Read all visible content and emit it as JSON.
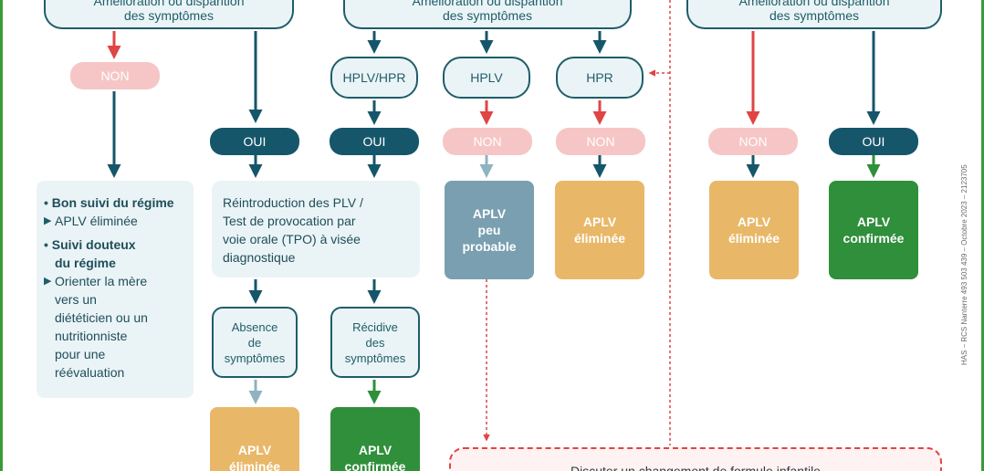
{
  "top_questions": [
    "Amélioration ou disparition des symptômes",
    "Amélioration ou disparition des symptômes",
    "Amélioration ou disparition des symptômes"
  ],
  "pills": {
    "non": "NON",
    "oui": "OUI"
  },
  "tests": [
    "HPLV/HPR",
    "HPLV",
    "HPR"
  ],
  "info_panel": {
    "item1_title": "Bon suivi du régime",
    "item1_sub": "APLV éliminée",
    "item2_title_a": "Suivi douteux",
    "item2_title_b": "du régime",
    "item2_sub_lines": [
      "Orienter la mère",
      "vers un",
      "diététicien ou un",
      "nutritionniste",
      "pour une",
      "réévaluation"
    ]
  },
  "tpo_lines": [
    "Réintroduction des PLV /",
    "Test de provocation par",
    "voie orale (TPO) à visée",
    "diagnostique"
  ],
  "symptom_boxes": {
    "absence": [
      "Absence",
      "de",
      "symptômes"
    ],
    "recidive": [
      "Récidive",
      "des",
      "symptômes"
    ]
  },
  "results": {
    "peu_probable": [
      "APLV",
      "peu",
      "probable"
    ],
    "eliminee": [
      "APLV",
      "éliminée"
    ],
    "confirmee": [
      "APLV",
      "confirmée"
    ]
  },
  "bottom_text": "Discuter un changement de formule infantile",
  "side_text": "HAS – RCS Nanterre 493 503 439 – Octobre 2023 – 2123705",
  "colors": {
    "dark_teal": "#16566a",
    "red": "#e04444",
    "pink": "#f6c6c6",
    "gold": "#e8b868",
    "green": "#2f8f3a",
    "grey_blue": "#7a9fb0",
    "light_blue": "#eaf4f6",
    "border_green": "#3a9a3a"
  }
}
